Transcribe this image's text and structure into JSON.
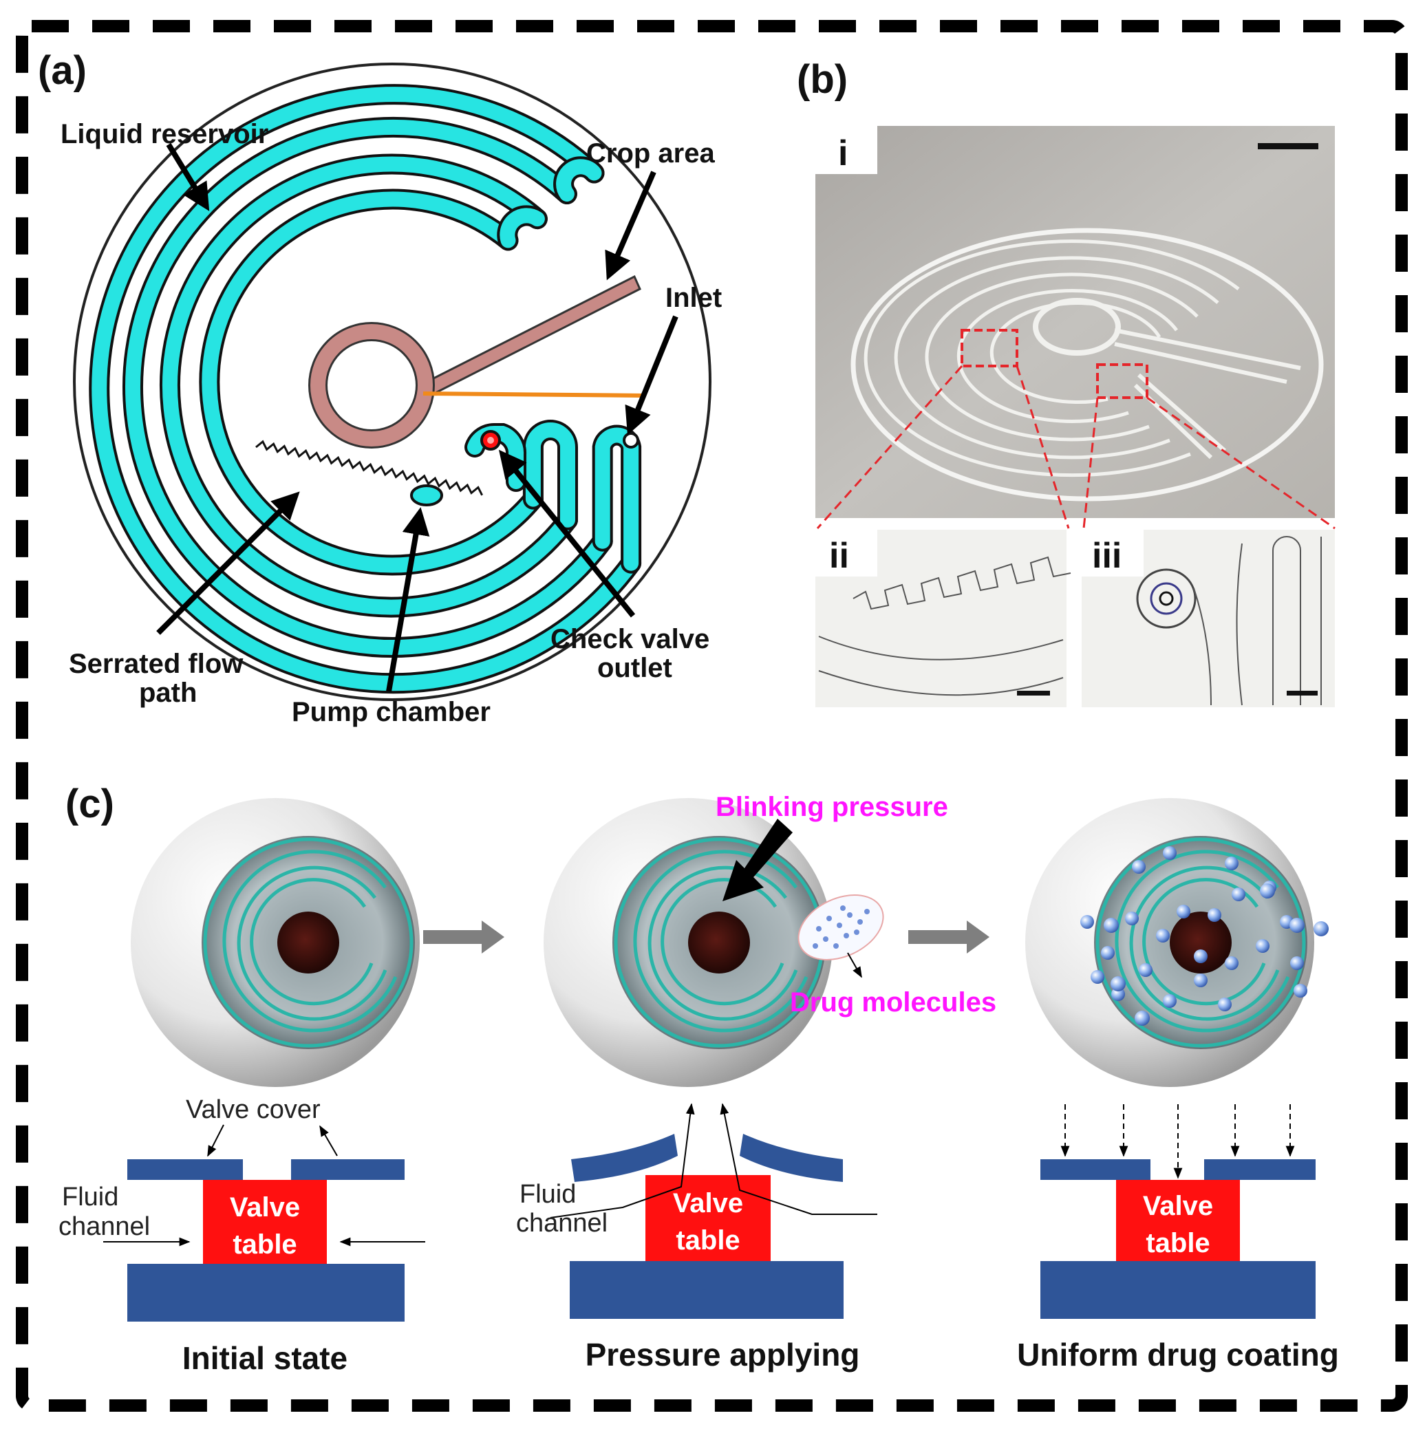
{
  "panels": {
    "a": {
      "label": "(a)",
      "callouts": {
        "liquid_reservoir": "Liquid reservoir",
        "crop_area": "Crop area",
        "inlet": "Inlet",
        "serrated_flow_path_line1": "Serrated flow",
        "serrated_flow_path_line2": "path",
        "pump_chamber": "Pump chamber",
        "check_valve_line1": "Check valve",
        "check_valve_line2": "outlet"
      }
    },
    "b": {
      "label": "(b)",
      "sublabels": {
        "i": "i",
        "ii": "ii",
        "iii": "iii"
      }
    },
    "c": {
      "label": "(c)",
      "annotations": {
        "blinking_pressure": "Blinking pressure",
        "drug_molecules": "Drug molecules"
      },
      "schematics": {
        "valve_cover": "Valve cover",
        "fluid": "Fluid",
        "channel": "channel",
        "valve": "Valve",
        "table": "table"
      },
      "captions": {
        "initial": "Initial state",
        "pressure": "Pressure applying",
        "uniform": "Uniform drug coating"
      }
    }
  },
  "colors": {
    "channel_cyan": "#27e4e2",
    "crop_brown": "#c88a86",
    "inlet_orange": "#f08a1a",
    "valve_red": "#ff1010",
    "plate_blue": "#2f5598",
    "label_magenta": "#ff14ff",
    "eye_teal": "#2bb5a8"
  }
}
